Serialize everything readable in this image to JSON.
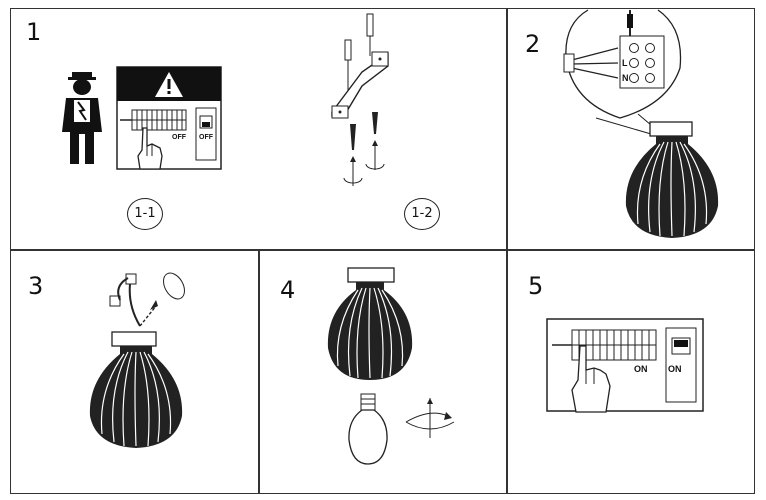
{
  "steps": [
    {
      "number": "1"
    },
    {
      "number": "2"
    },
    {
      "number": "3"
    },
    {
      "number": "4"
    },
    {
      "number": "5"
    }
  ],
  "sub_steps": [
    "1-1",
    "1-2"
  ],
  "switch_labels": {
    "off_breaker": "OFF",
    "off_switch": "OFF",
    "on_breaker": "ON",
    "on_switch": "ON"
  },
  "terminal_labels": [
    "L",
    "N"
  ],
  "icons": [
    "electrician-icon",
    "warning-icon",
    "breaker-panel-icon",
    "hand-icon",
    "screw-icon",
    "rotate-arrow-icon",
    "pendant-lamp-icon",
    "light-bulb-icon",
    "terminal-block-icon",
    "mounting-bracket-icon"
  ]
}
